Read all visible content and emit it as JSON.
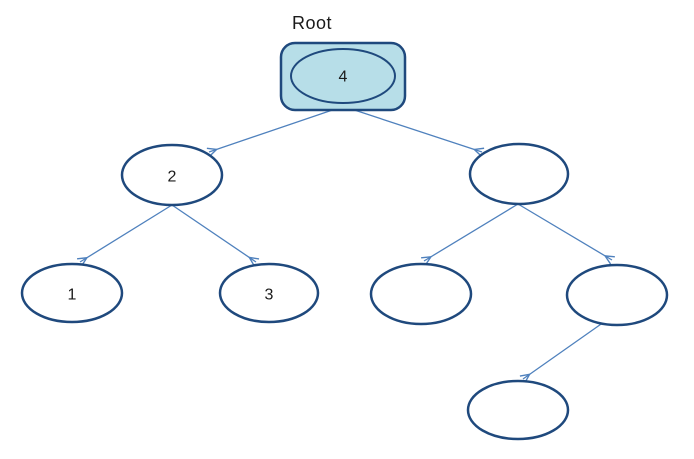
{
  "diagram": {
    "caption": "Root",
    "nodes": [
      {
        "id": "root",
        "label": "4",
        "highlighted": true
      },
      {
        "id": "left",
        "label": "2",
        "highlighted": false
      },
      {
        "id": "right",
        "label": "",
        "highlighted": false
      },
      {
        "id": "left-left",
        "label": "1",
        "highlighted": false
      },
      {
        "id": "left-right",
        "label": "3",
        "highlighted": false
      },
      {
        "id": "right-left",
        "label": "",
        "highlighted": false
      },
      {
        "id": "right-right",
        "label": "",
        "highlighted": false
      },
      {
        "id": "right-right-left",
        "label": "",
        "highlighted": false
      }
    ],
    "edges": [
      {
        "from": "root",
        "to": "left"
      },
      {
        "from": "root",
        "to": "right"
      },
      {
        "from": "left",
        "to": "left-left"
      },
      {
        "from": "left",
        "to": "left-right"
      },
      {
        "from": "right",
        "to": "right-left"
      },
      {
        "from": "right",
        "to": "right-right"
      },
      {
        "from": "right-right",
        "to": "right-right-left"
      }
    ],
    "colors": {
      "node_border": "#1F497D",
      "connector": "#4F81BD",
      "root_box_fill": "#B7DEE8",
      "text": "#1A1A1A",
      "background": "#FFFFFF"
    }
  }
}
